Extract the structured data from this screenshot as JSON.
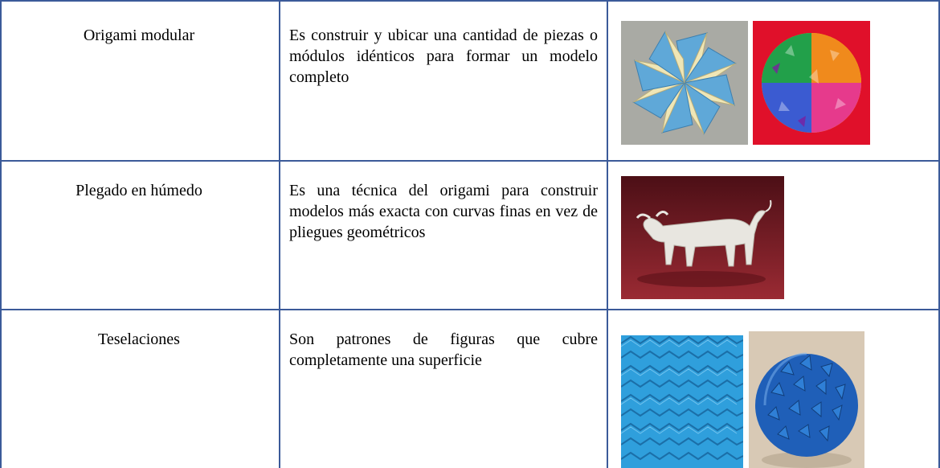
{
  "rows": [
    {
      "name": "Origami modular",
      "description": "Es construir y ubicar una cantidad de piezas o módulos idénticos para formar un modelo completo",
      "images": [
        "pinwheel-star-origami",
        "modular-kusudama-ball"
      ]
    },
    {
      "name": "Plegado en húmedo",
      "description": "Es una técnica del origami para construir modelos más exacta con curvas finas en vez de pliegues geométricos",
      "images": [
        "wet-folded-bull"
      ]
    },
    {
      "name": "Teselaciones",
      "description": "Son patrones de figuras  que cubre completamente una superficie",
      "images": [
        "tessellation-sheet",
        "tessellation-sphere"
      ]
    }
  ],
  "colors": {
    "border": "#3b5a99",
    "pinwheel_blue": "#5fa8d8",
    "pinwheel_cream": "#efe6b6",
    "kusudama_bg": "#e0102a",
    "bull_bg": "#7a1a22",
    "tessellation_blue": "#2f9fdc"
  }
}
